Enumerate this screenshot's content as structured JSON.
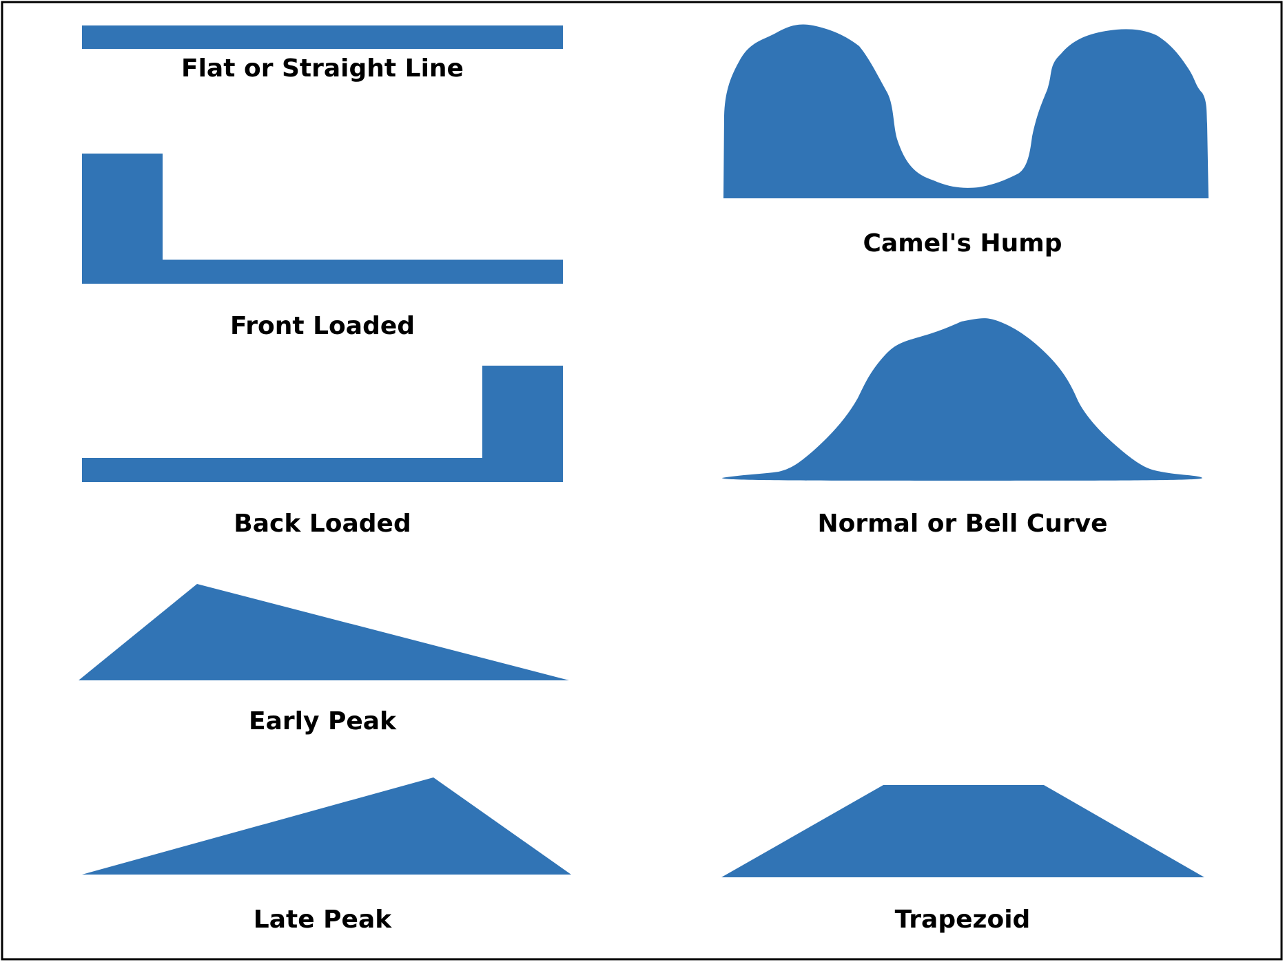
{
  "colors": {
    "shape_fill": "#3174b5",
    "border": "#000000",
    "label": "#000000",
    "background": "#ffffff"
  },
  "profiles": {
    "flat": {
      "label": "Flat or Straight Line"
    },
    "front_loaded": {
      "label": "Front Loaded"
    },
    "back_loaded": {
      "label": "Back Loaded"
    },
    "early_peak": {
      "label": "Early Peak"
    },
    "late_peak": {
      "label": "Late Peak"
    },
    "camels_hump": {
      "label": "Camel's Hump"
    },
    "bell_curve": {
      "label": "Normal or Bell Curve"
    },
    "trapezoid": {
      "label": "Trapezoid"
    }
  }
}
